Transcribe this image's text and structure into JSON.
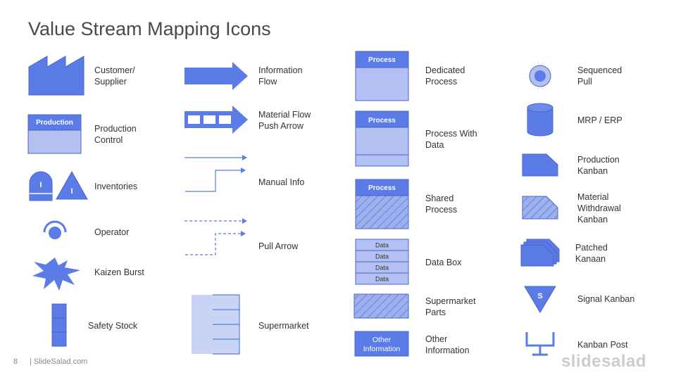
{
  "title": "Value Stream Mapping Icons",
  "colors": {
    "accent": "#5B7BE6",
    "light": "#B3C1F2",
    "stroke": "#4A64C8",
    "text": "#333333"
  },
  "labels": {
    "customer_supplier": "Customer/\nSupplier",
    "production_control": "Production\nControl",
    "inventories": "Inventories",
    "operator": "Operator",
    "kaizen_burst": "Kaizen Burst",
    "safety_stock": "Safety Stock",
    "information_flow": "Information\nFlow",
    "material_flow": "Material Flow\nPush Arrow",
    "manual_info": "Manual  Info",
    "pull_arrow": "Pull Arrow",
    "supermarket": "Supermarket",
    "dedicated_process": "Dedicated\nProcess",
    "process_with_data": "Process With\nData",
    "shared_process": "Shared\nProcess",
    "data_box": "Data Box",
    "supermarket_parts": "Supermarket\nParts",
    "other_information": "Other\nInformation",
    "sequenced_pull": "Sequenced\nPull",
    "mrp_erp": "MRP / ERP",
    "production_kanban": "Production\nKanban",
    "material_withdrawal_kanban": "Material\nWithdrawal\nKanban",
    "patched_kanaan": "Patched\nKanaan",
    "signal_kanban": "Signal  Kanban",
    "kanban_post": "Kanban  Post"
  },
  "icon_text": {
    "production": "Production",
    "process": "Process",
    "inventory_letter": "I",
    "data": "Data",
    "other_information_line1": "Other",
    "other_information_line2": "Information",
    "signal_letter": "S"
  },
  "footer": {
    "page_number": "8",
    "site": "| SlideSalad.com",
    "brand": "slidesalad"
  }
}
